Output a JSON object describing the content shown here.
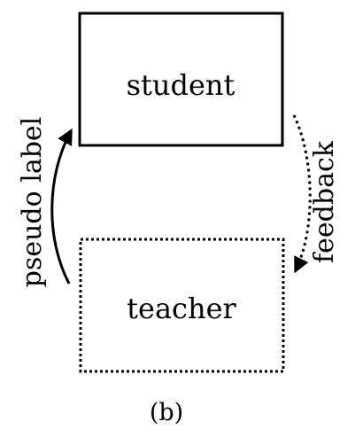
{
  "nodes": {
    "student": {
      "label": "student",
      "border": "solid"
    },
    "teacher": {
      "label": "teacher",
      "border": "dotted"
    }
  },
  "edges": {
    "pseudo_label": {
      "label": "pseudo label",
      "from": "teacher",
      "to": "student",
      "style": "solid"
    },
    "feedback": {
      "label": "feedback",
      "from": "student",
      "to": "teacher",
      "style": "dotted"
    }
  },
  "caption": "(b)",
  "colors": {
    "stroke": "#000000",
    "background": "#ffffff"
  }
}
